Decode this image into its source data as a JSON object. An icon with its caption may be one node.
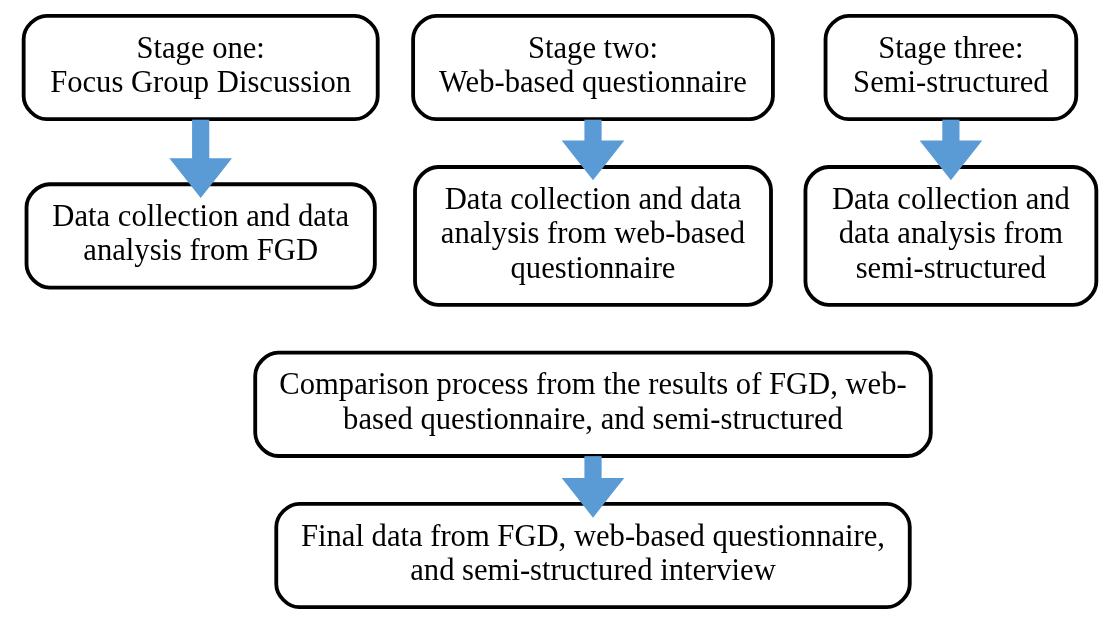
{
  "diagram": {
    "nodes": [
      {
        "text": [
          "Stage one:",
          "Focus Group Discussion"
        ]
      },
      {
        "text": [
          "Stage two:",
          "Web-based questionnaire"
        ]
      },
      {
        "text": [
          "Stage three:",
          "Semi-structured"
        ]
      },
      {
        "text": [
          "Data collection and data analysis from FGD"
        ]
      },
      {
        "text": [
          "Data collection and data analysis from web-based questionnaire"
        ]
      },
      {
        "text": [
          "Data collection and data analysis from semi-structured"
        ]
      },
      {
        "text": [
          "Comparison process from the results of FGD, web-based questionnaire, and semi-structured"
        ]
      },
      {
        "text": [
          "Final data from FGD, web-based questionnaire, and semi-structured interview"
        ]
      }
    ],
    "edges": [
      {
        "from": 0,
        "to": 3,
        "arrow": "to"
      },
      {
        "from": 1,
        "to": 4,
        "arrow": "to"
      },
      {
        "from": 2,
        "to": 5,
        "arrow": "to"
      },
      {
        "from": 6,
        "to": 7,
        "arrow": "to"
      }
    ]
  }
}
